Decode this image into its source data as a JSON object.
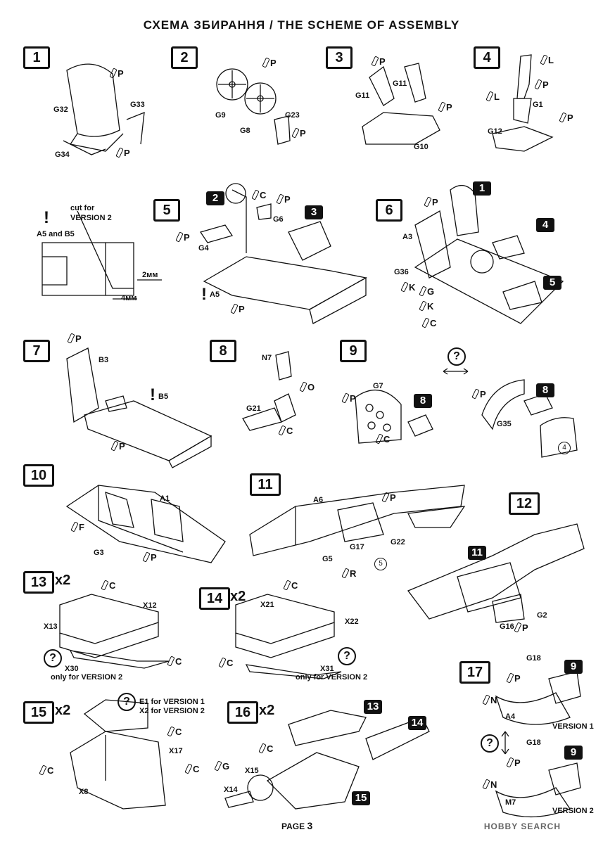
{
  "title": "СХЕМА ЗБИРАННЯ / THE SCHEME OF ASSEMBLY",
  "steps": {
    "s1": {
      "num": "1",
      "labels": {
        "g32": "G32",
        "g33": "G33",
        "g34": "G34"
      },
      "paint": [
        "P",
        "P"
      ]
    },
    "s2": {
      "num": "2",
      "labels": {
        "g9": "G9",
        "g8": "G8",
        "g23": "G23"
      },
      "paint": [
        "P",
        "P"
      ]
    },
    "s3": {
      "num": "3",
      "labels": {
        "g11a": "G11",
        "g11b": "G11",
        "g10": "G10"
      },
      "paint": [
        "P",
        "P"
      ]
    },
    "s4": {
      "num": "4",
      "labels": {
        "g1": "G1",
        "g12": "G12"
      },
      "paint": [
        "L",
        "P",
        "L",
        "P"
      ]
    },
    "s5": {
      "num": "5",
      "labels": {
        "g6": "G6",
        "g4": "G4",
        "a5": "A5"
      },
      "paint": [
        "C",
        "P",
        "P",
        "P"
      ]
    },
    "s6": {
      "num": "6",
      "labels": {
        "a3": "A3",
        "g36": "G36"
      },
      "paint": [
        "P",
        "K",
        "G",
        "K",
        "C"
      ]
    },
    "s7": {
      "num": "7",
      "labels": {
        "b3": "B3",
        "b5": "B5"
      },
      "paint": [
        "P",
        "P"
      ]
    },
    "s8": {
      "num": "8",
      "labels": {
        "n7": "N7",
        "g21": "G21"
      },
      "paint": [
        "O",
        "C"
      ]
    },
    "s9": {
      "num": "9",
      "labels": {
        "g7": "G7",
        "g35": "G35"
      },
      "paint": [
        "P",
        "C",
        "P"
      ],
      "circled": "4"
    },
    "s10": {
      "num": "10",
      "labels": {
        "a1": "A1",
        "g3": "G3"
      },
      "paint": [
        "F",
        "P"
      ]
    },
    "s11": {
      "num": "11",
      "labels": {
        "a6": "A6",
        "g17": "G17",
        "g22": "G22",
        "g5": "G5"
      },
      "paint": [
        "P",
        "R"
      ],
      "circled": "5"
    },
    "s12": {
      "num": "12",
      "labels": {
        "g16": "G16",
        "g2": "G2"
      },
      "paint": [
        "P"
      ]
    },
    "s13": {
      "num": "13",
      "mult": "x2",
      "labels": {
        "x12": "X12",
        "x13": "X13",
        "x30": "X30"
      },
      "paint": [
        "C",
        "C"
      ],
      "note": "only for VERSION 2"
    },
    "s14": {
      "num": "14",
      "mult": "x2",
      "labels": {
        "x21": "X21",
        "x22": "X22",
        "x31": "X31"
      },
      "paint": [
        "C",
        "C"
      ],
      "note": "only for VERSION 2"
    },
    "s15": {
      "num": "15",
      "mult": "x2",
      "labels": {
        "x17": "X17",
        "x8": "X8"
      },
      "paint": [
        "C",
        "C",
        "C"
      ],
      "note1": "E1 for VERSION 1",
      "note2": "X2 for VERSION 2"
    },
    "s16": {
      "num": "16",
      "mult": "x2",
      "labels": {
        "x15": "X15",
        "x14": "X14"
      },
      "paint": [
        "C",
        "G"
      ]
    },
    "s17": {
      "num": "17",
      "labels": {
        "g18a": "G18",
        "a4": "A4",
        "g18b": "G18",
        "m7": "M7"
      },
      "paint": [
        "P",
        "N",
        "P",
        "N"
      ],
      "v1": "VERSION 1",
      "v2": "VERSION 2"
    }
  },
  "refs": {
    "r2": "2",
    "r3": "3",
    "r1": "1",
    "r4": "4",
    "r5": "5",
    "r8a": "8",
    "r8b": "8",
    "r11": "11",
    "r9a": "9",
    "r9b": "9",
    "r13": "13",
    "r14": "14",
    "r15": "15"
  },
  "cut_note": {
    "line1": "cut for",
    "line2": "VERSION 2",
    "parts": "A5 and B5",
    "dim1": "2мм",
    "dim2": "4мм"
  },
  "qmark": "?",
  "excl": "!",
  "footer": {
    "label": "PAGE",
    "number": "3"
  },
  "watermark": "HOBBY SEARCH"
}
